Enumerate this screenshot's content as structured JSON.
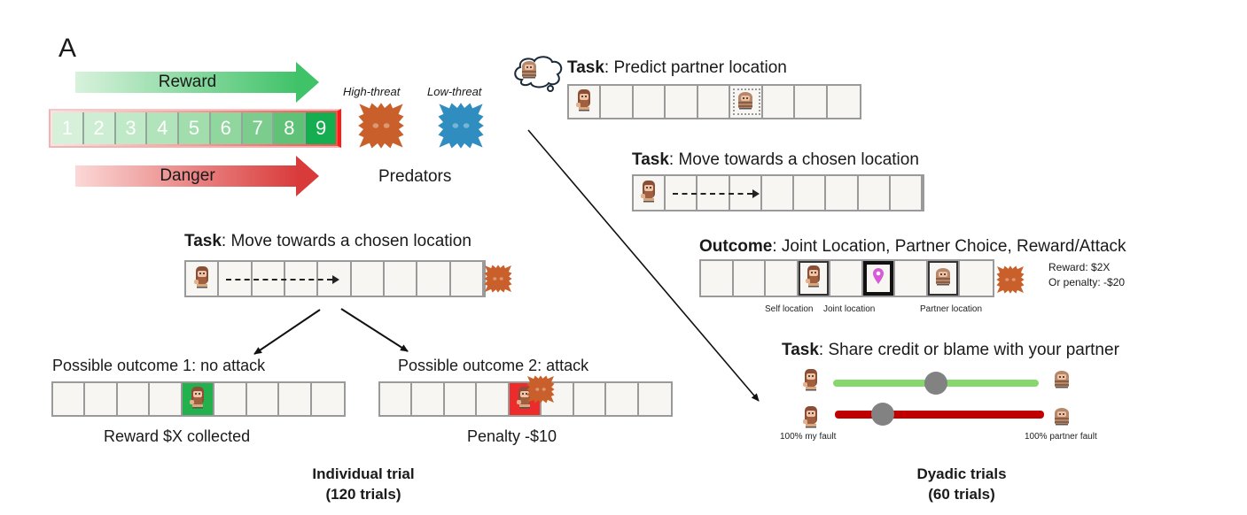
{
  "panel_label": "A",
  "legend": {
    "reward_arrow": "Reward",
    "danger_arrow": "Danger",
    "location_numbers": [
      "1",
      "2",
      "3",
      "4",
      "5",
      "6",
      "7",
      "8",
      "9"
    ],
    "predators": {
      "high_threat_label": "High-threat",
      "low_threat_label": "Low-threat",
      "caption": "Predators",
      "high_threat_color": "#c9602c",
      "low_threat_color": "#2f8dc0"
    }
  },
  "individual": {
    "task_bold": "Task",
    "task_text": ": Move towards a chosen location",
    "outcome1": {
      "title": "Possible outcome 1: no attack",
      "caption": "Reward $X collected",
      "highlight_cell": 5,
      "highlight_color": "#22b14c"
    },
    "outcome2": {
      "title": "Possible outcome 2: attack",
      "caption": "Penalty -$10",
      "highlight_cell": 5,
      "highlight_color": "#ee2b2b"
    },
    "footer_title": "Individual trial",
    "footer_count": "(120 trials)"
  },
  "dyadic": {
    "predict": {
      "task_bold": "Task",
      "task_text": ": Predict partner location",
      "partner_predicted_cell": 6
    },
    "move": {
      "task_bold": "Task",
      "task_text": ": Move towards a chosen location"
    },
    "outcome": {
      "title_bold": "Outcome",
      "title_text": ": Joint Location, Partner Choice, Reward/Attack",
      "reward_text": "Reward: $2X",
      "penalty_text": "Or penalty: -$20",
      "self_cell": 4,
      "joint_cell": 6,
      "partner_cell": 8,
      "self_label": "Self location",
      "joint_label": "Joint location",
      "partner_label": "Partner location",
      "pin_color": "#d95ad9"
    },
    "share": {
      "task_bold": "Task",
      "task_text": ": Share credit or blame with your partner",
      "credit_slider_value": 0.5,
      "blame_slider_value": 0.23,
      "credit_color": "#86d86e",
      "blame_color": "#c00000",
      "left_label": "100% my fault",
      "right_label": "100% partner fault"
    },
    "footer_title": "Dyadic trials",
    "footer_count": "(60 trials)"
  },
  "grid_cells": 9
}
